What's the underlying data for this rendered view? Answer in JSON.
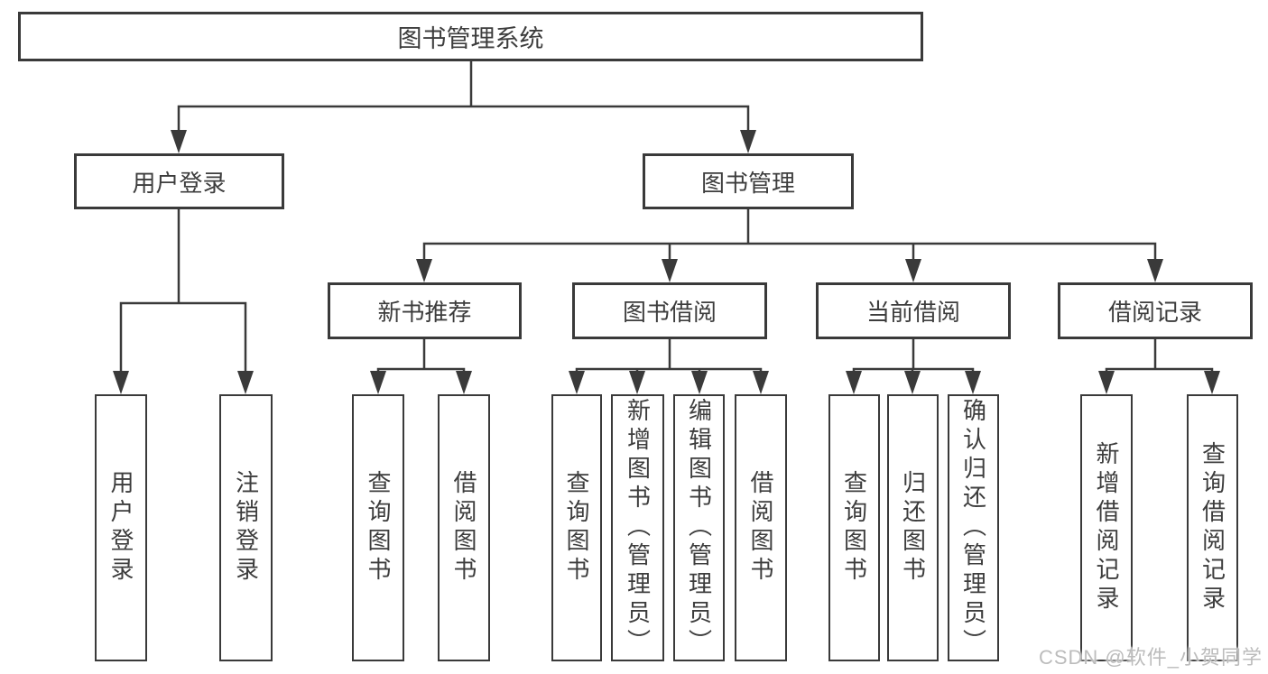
{
  "diagram": {
    "tree": {
      "label": "图书管理系统",
      "children": [
        {
          "label": "用户登录",
          "children": [
            {
              "label": "用户登录"
            },
            {
              "label": "注销登录"
            }
          ]
        },
        {
          "label": "图书管理",
          "children": [
            {
              "label": "新书推荐",
              "children": [
                {
                  "label": "查询图书"
                },
                {
                  "label": "借阅图书"
                }
              ]
            },
            {
              "label": "图书借阅",
              "children": [
                {
                  "label": "查询图书"
                },
                {
                  "label": "新增图书（管理员）"
                },
                {
                  "label": "编辑图书（管理员）"
                },
                {
                  "label": "借阅图书"
                }
              ]
            },
            {
              "label": "当前借阅",
              "children": [
                {
                  "label": "查询图书"
                },
                {
                  "label": "归还图书"
                },
                {
                  "label": "确认归还（管理员）"
                }
              ]
            },
            {
              "label": "借阅记录",
              "children": [
                {
                  "label": "新增借阅记录"
                },
                {
                  "label": "查询借阅记录"
                }
              ]
            }
          ]
        }
      ]
    },
    "watermark": "CSDN @软件_小贺同学",
    "colors": {
      "line": "#3a3a3a",
      "text": "#3d3d3d",
      "watermark": "#bcbcbc",
      "background": "#ffffff"
    }
  }
}
